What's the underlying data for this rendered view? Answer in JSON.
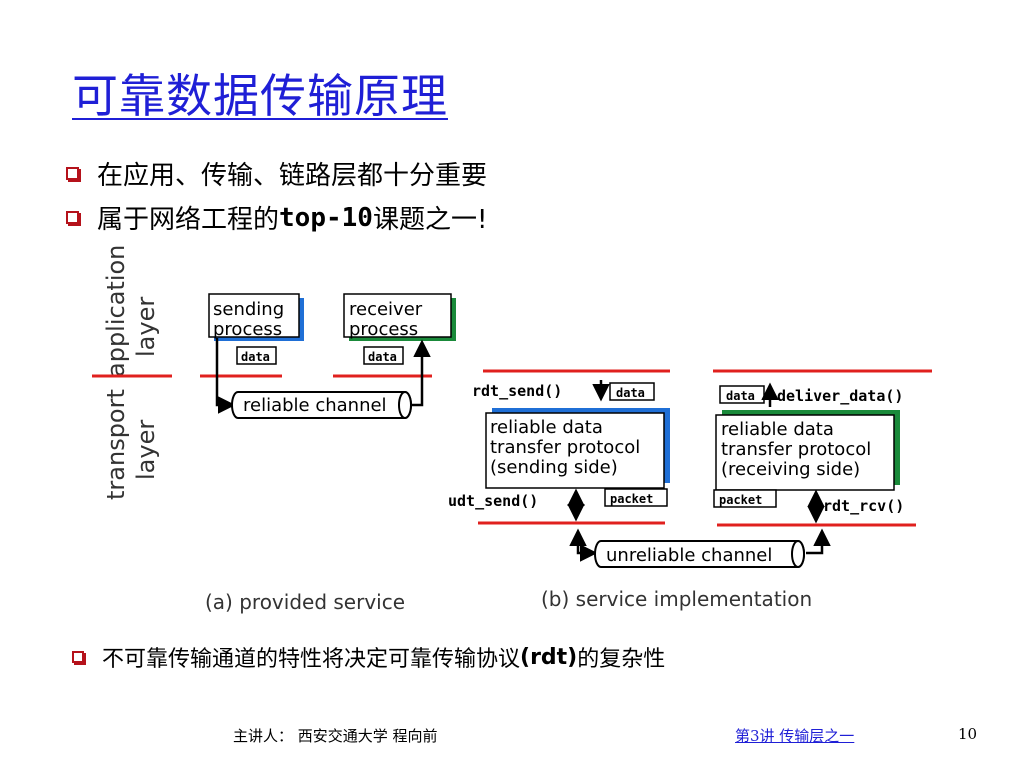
{
  "title": "可靠数据传输原理",
  "bullets": [
    {
      "text_a": "在应用、传输、链路层都十分重要",
      "bold": "",
      "text_b": ""
    },
    {
      "text_a": "属于网络工程的",
      "bold": "top-10",
      "text_b": " 课题之一!"
    }
  ],
  "bullet_bottom": {
    "text_a": "不可靠传输通道的特性将决定可靠传输协议",
    "bold": "(rdt)",
    "text_b": "的复杂性"
  },
  "diagram": {
    "application_layer_line1": "application",
    "application_layer_line2": "layer",
    "transport_layer_line1": "transport",
    "transport_layer_line2": "layer",
    "sending_process_1": "sending",
    "sending_process_2": "process",
    "receiver_process_1": "receiver",
    "receiver_process_2": "process",
    "data_label": "data",
    "reliable_channel": "reliable channel",
    "caption_a": "(a)  provided service",
    "rdt_send": "rdt_send()",
    "deliver_data": "deliver_data()",
    "sender_proto_1": "reliable data",
    "sender_proto_2": "transfer protocol",
    "sender_proto_3": "(sending side)",
    "receiver_proto_1": "reliable data",
    "receiver_proto_2": "transfer protocol",
    "receiver_proto_3": "(receiving side)",
    "udt_send": "udt_send()",
    "rdt_rcv": "rdt_rcv()",
    "packet_label": "packet",
    "unreliable_channel": "unreliable channel",
    "caption_b": "(b) service implementation"
  },
  "footer": {
    "lecturer": "主讲人：  西安交通大学  程向前",
    "lecture": "第3讲   传输层之一",
    "page": "10"
  },
  "colors": {
    "title": "#1f1fd6",
    "bullet": "#b5121b",
    "red_line": "#e0201e",
    "blue_shadow": "#1f6fd6",
    "green_shadow": "#1a8a3a"
  }
}
